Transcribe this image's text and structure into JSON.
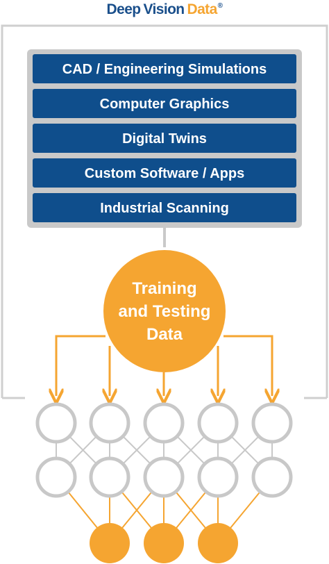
{
  "brand": {
    "part1": "Deep",
    "part2": "Vision",
    "part3": "Data",
    "mark": "®",
    "color_dark": "#1a4f8b",
    "color_accent": "#f5a531"
  },
  "sources": [
    {
      "label": "CAD / Engineering Simulations"
    },
    {
      "label": "Computer Graphics"
    },
    {
      "label": "Digital Twins"
    },
    {
      "label": "Custom Software / Apps"
    },
    {
      "label": "Industrial Scanning"
    }
  ],
  "hub": {
    "lines": [
      "Training",
      "and Testing",
      "Data"
    ]
  },
  "network": {
    "input_nodes": 5,
    "hidden_nodes": 5,
    "output_nodes": 3
  },
  "colors": {
    "box_fill": "#0f4e8c",
    "panel_fill": "#c9c9c9",
    "orange": "#f5a531",
    "node_stroke": "#c8c8c8",
    "frame": "#cfcfcf"
  }
}
